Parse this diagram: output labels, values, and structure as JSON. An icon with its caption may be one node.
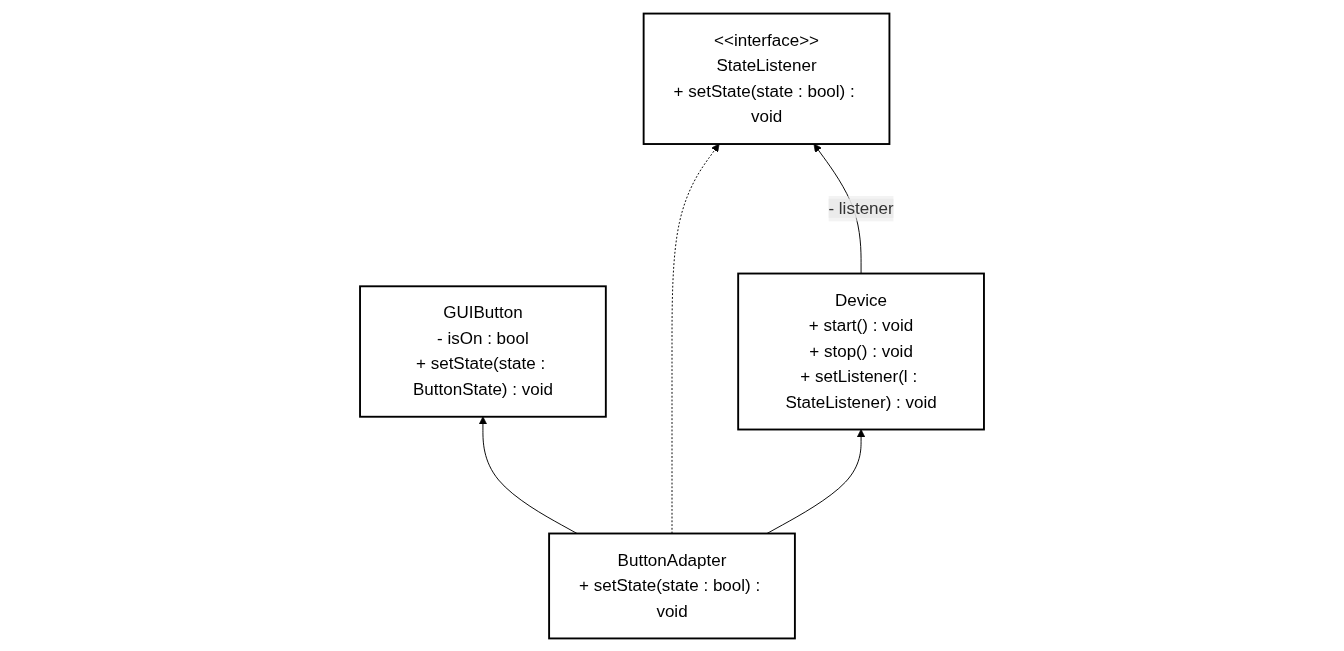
{
  "diagram": {
    "nodes": [
      {
        "text": [
          "GUIButton",
          "- isOn : bool",
          "+ setState(state : ButtonState) : void"
        ]
      },
      {
        "text": [
          "<<interface>>",
          "StateListener",
          "+ setState(state : bool) : void"
        ]
      },
      {
        "text": [
          "ButtonAdapter",
          "+ setState(state : bool) : void"
        ]
      },
      {
        "text": [
          "Device",
          "+ start() : void",
          "+ stop() : void",
          "+ setListener(l : StateListener) : void"
        ]
      }
    ],
    "edges": [
      {
        "from": 2,
        "to": 0,
        "arrow": "to"
      },
      {
        "from": 2,
        "to": 1,
        "arrow": "to",
        "style": "dashed"
      },
      {
        "from": 3,
        "to": 1,
        "arrow": "to",
        "label": "- listener"
      },
      {
        "from": 2,
        "to": 3,
        "arrow": "to"
      }
    ]
  }
}
